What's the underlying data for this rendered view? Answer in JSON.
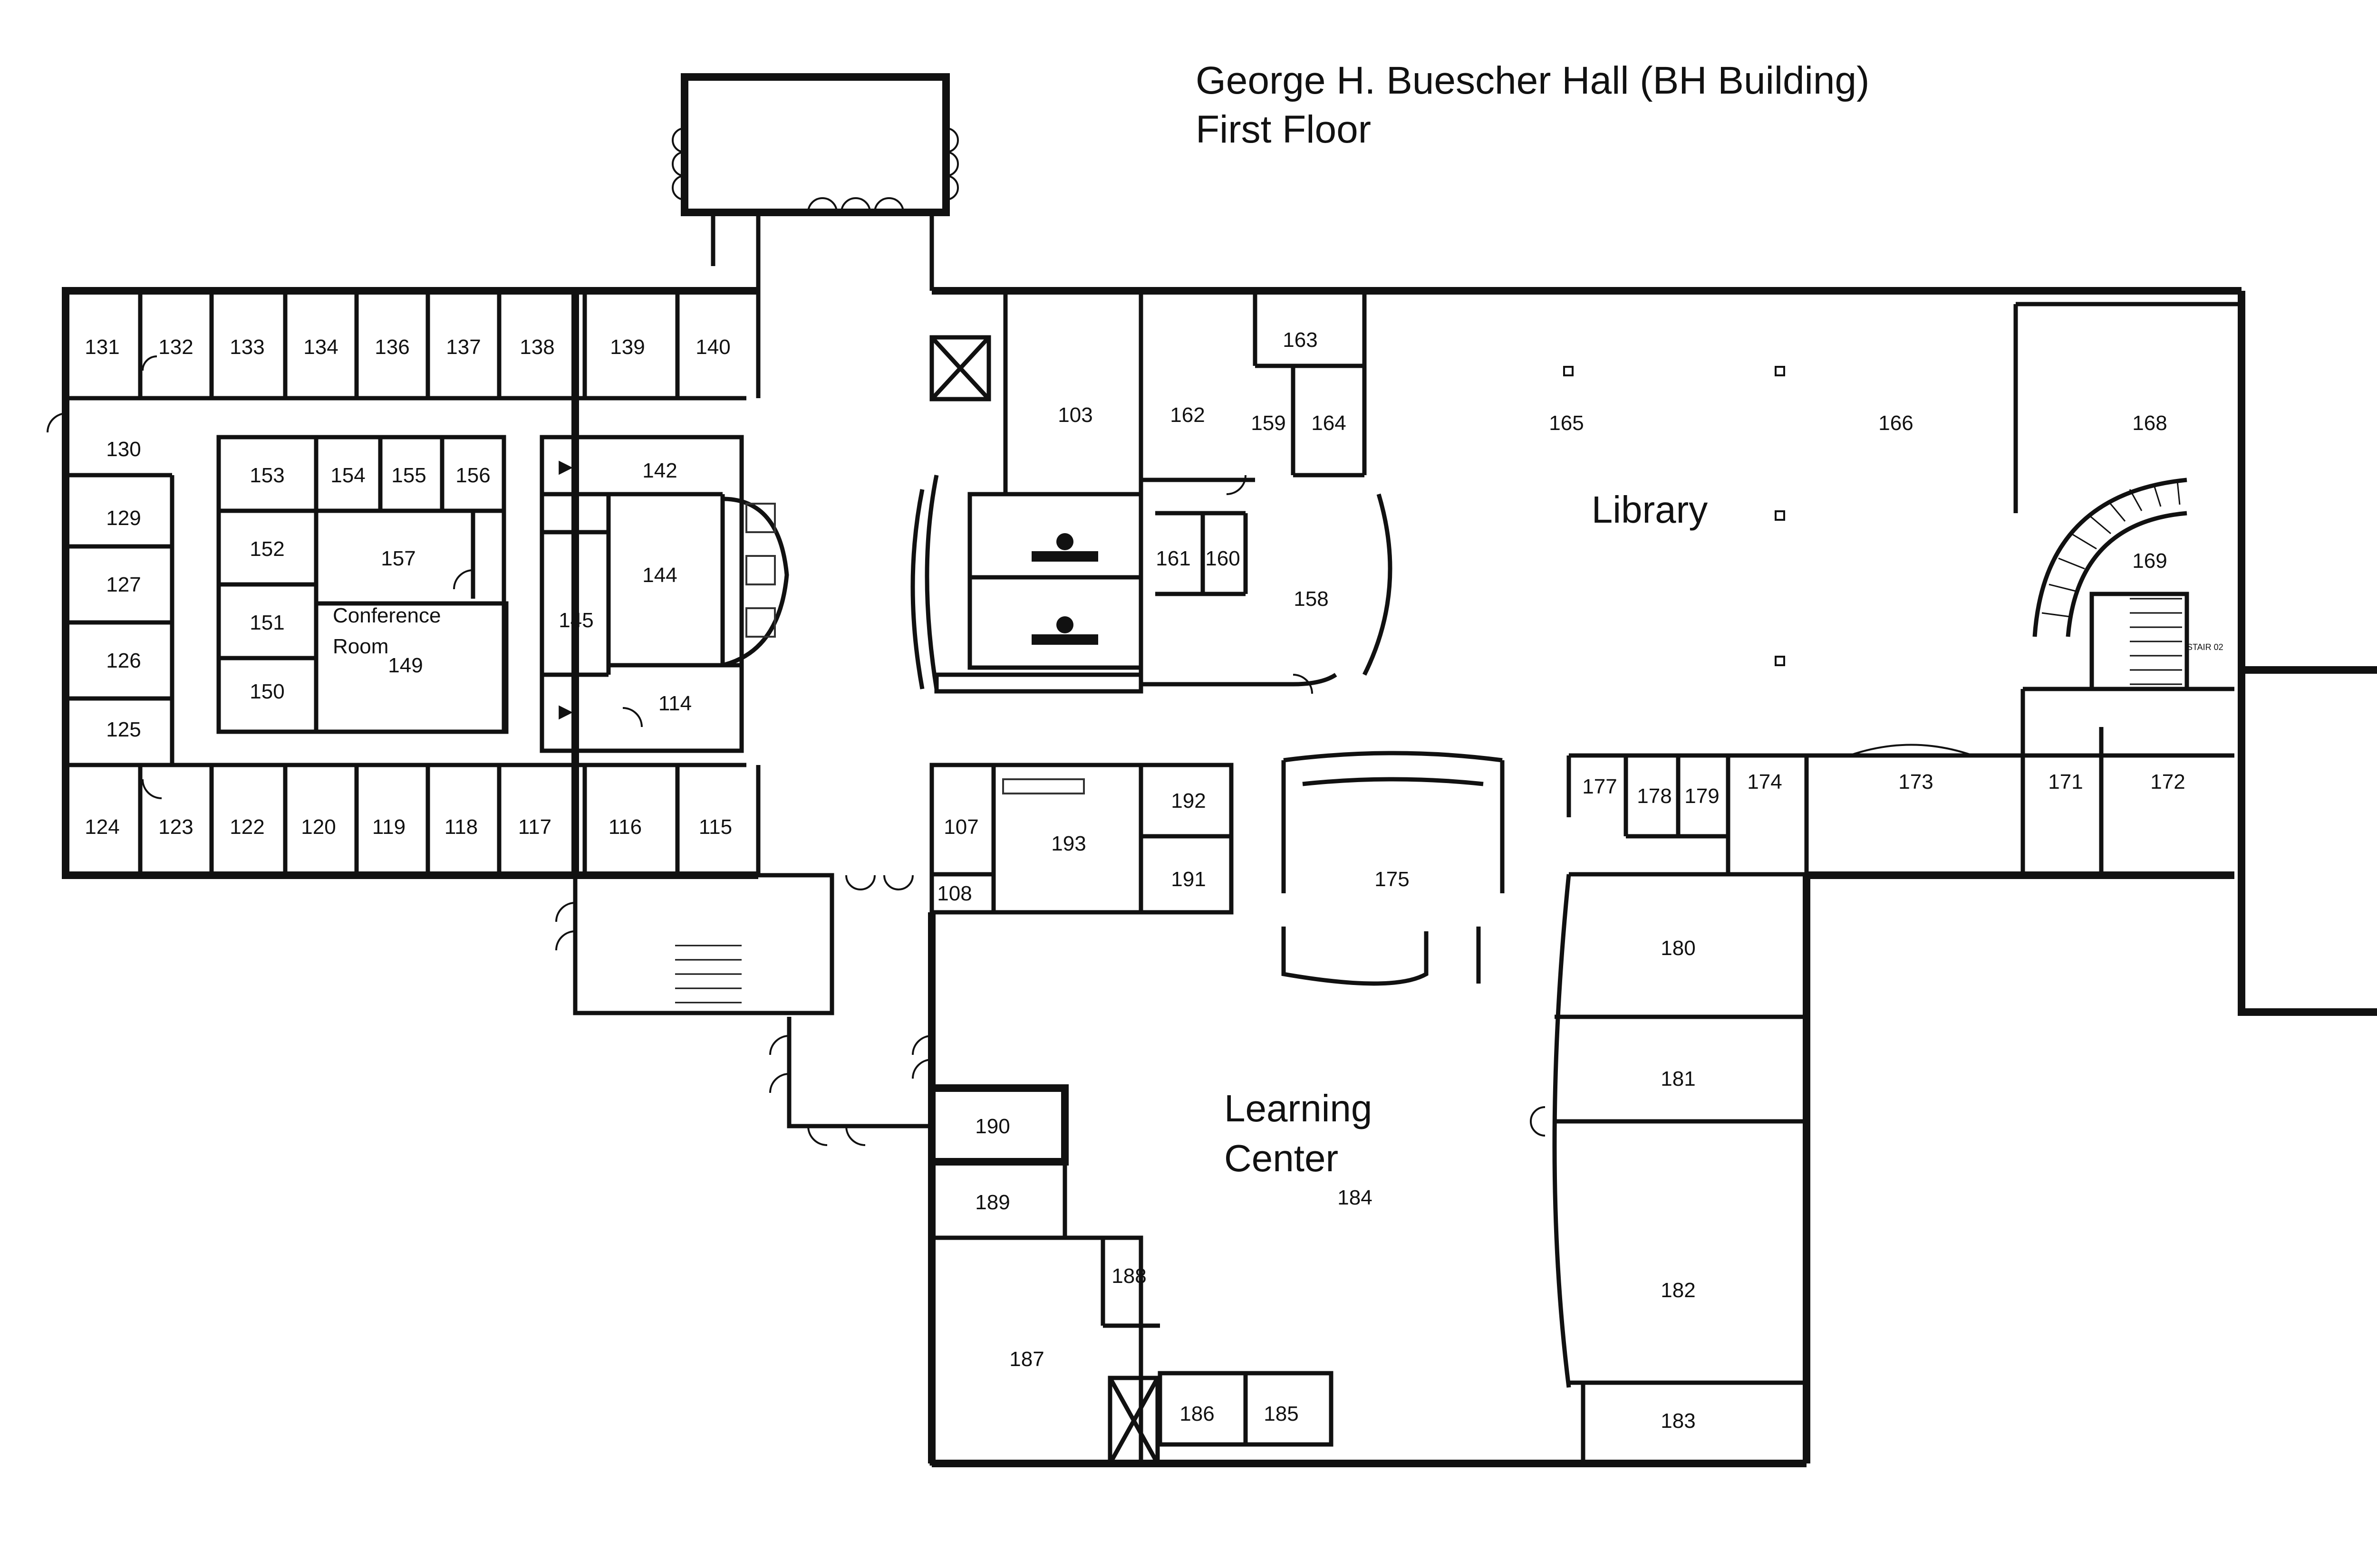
{
  "title": {
    "line1": "George H. Buescher Hall (BH Building)",
    "line2": "First Floor"
  },
  "areas": {
    "library": "Library",
    "learning_center_line1": "Learning",
    "learning_center_line2": "Center",
    "conference_line1": "Conference",
    "conference_line2": "Room"
  },
  "stair_tag": "STAIR 02",
  "rooms": {
    "r131": "131",
    "r132": "132",
    "r133": "133",
    "r134": "134",
    "r136": "136",
    "r137": "137",
    "r138": "138",
    "r139": "139",
    "r140": "140",
    "r130": "130",
    "r129": "129",
    "r127": "127",
    "r126": "126",
    "r125": "125",
    "r124": "124",
    "r123": "123",
    "r122": "122",
    "r120": "120",
    "r119": "119",
    "r118": "118",
    "r117": "117",
    "r116": "116",
    "r115": "115",
    "r153": "153",
    "r154": "154",
    "r155": "155",
    "r156": "156",
    "r152": "152",
    "r157": "157",
    "r151": "151",
    "r150": "150",
    "r149": "149",
    "r142": "142",
    "r144": "144",
    "r145": "145",
    "r114": "114",
    "r103": "103",
    "r162": "162",
    "r163": "163",
    "r159": "159",
    "r164": "164",
    "r161": "161",
    "r160": "160",
    "r158": "158",
    "r165": "165",
    "r166": "166",
    "r168": "168",
    "r169": "169",
    "r107": "107",
    "r108": "108",
    "r193": "193",
    "r192": "192",
    "r191": "191",
    "r175": "175",
    "r177": "177",
    "r178": "178",
    "r179": "179",
    "r174": "174",
    "r173": "173",
    "r171": "171",
    "r172": "172",
    "r180": "180",
    "r181": "181",
    "r182": "182",
    "r183": "183",
    "r184": "184",
    "r190": "190",
    "r189": "189",
    "r188": "188",
    "r187": "187",
    "r186": "186",
    "r185": "185"
  }
}
